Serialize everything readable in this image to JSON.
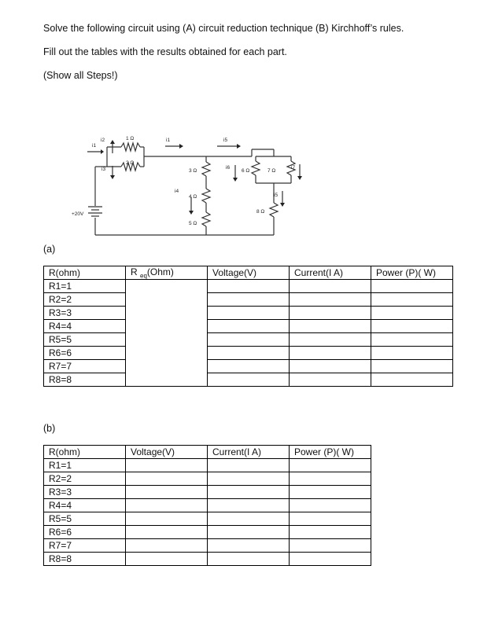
{
  "instructions": [
    "Solve the following circuit using (A) circuit reduction technique (B) Kirchhoff’s rules.",
    "Fill out the tables with the results obtained for each part.",
    "(Show all Steps!)"
  ],
  "circuit": {
    "source": "+20V",
    "resistors": {
      "r1": "1 Ω",
      "r2": "2 Ω",
      "r3": "3 Ω",
      "r4": "4 Ω",
      "r5": "5 Ω",
      "r6": "6 Ω",
      "r7": "7 Ω",
      "r8": "8 Ω"
    },
    "currents": {
      "i1a": "i1",
      "i1b": "i1",
      "i2": "i2",
      "i3": "i3",
      "i4": "i4",
      "i5a": "i5",
      "i5b": "i5",
      "i6": "i6",
      "i7": "i7"
    }
  },
  "part_a": {
    "label": "(a)",
    "headers": [
      "R(ohm)",
      "R",
      "eq",
      "(Ohm)",
      "Voltage(V)",
      "Current(I A)",
      "Power (P)( W)"
    ],
    "rows": [
      "R1=1",
      "R2=2",
      "R3=3",
      "R4=4",
      "R5=5",
      "R6=6",
      "R7=7",
      "R8=8"
    ]
  },
  "part_b": {
    "label": "(b)",
    "headers": [
      "R(ohm)",
      "Voltage(V)",
      "Current(I A)",
      "Power (P)( W)"
    ],
    "rows": [
      "R1=1",
      "R2=2",
      "R3=3",
      "R4=4",
      "R5=5",
      "R6=6",
      "R7=7",
      "R8=8"
    ]
  }
}
